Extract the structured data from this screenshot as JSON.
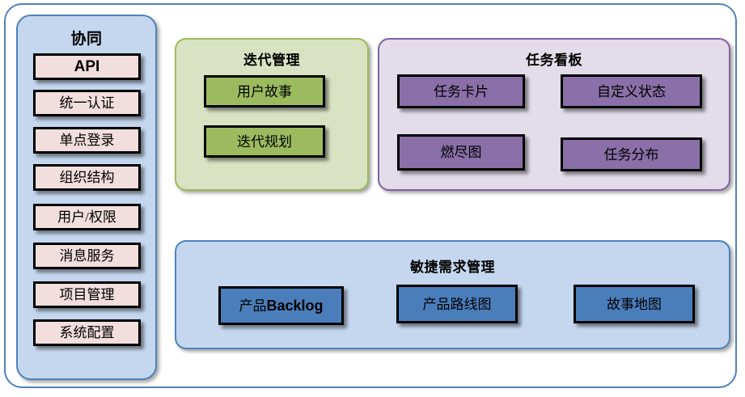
{
  "diagram": {
    "title_semantic": "agile-platform-architecture",
    "colors": {
      "frame_border": "#4f81bd",
      "panel_collab_bg": "#c4d7ee",
      "panel_iteration_bg": "#d9e3c3",
      "panel_iteration_border": "#9bbb59",
      "panel_taskboard_bg": "#e3dce9",
      "panel_taskboard_border": "#8064a2",
      "panel_agile_bg": "#c4d7ee",
      "panel_agile_border": "#4f81bd",
      "node_pink": "#f1dedd",
      "node_green": "#9cbb5f",
      "node_purple": "#8a6fa8",
      "node_blue": "#4a7ebb",
      "node_border": "#000000"
    }
  },
  "collaboration": {
    "title": "协同",
    "items": [
      {
        "label": "API",
        "style": "bold-sans"
      },
      {
        "label": "统一认证",
        "style": "serif"
      },
      {
        "label": "单点登录",
        "style": "serif"
      },
      {
        "label": "组织结构",
        "style": "serif"
      },
      {
        "label": "用户/权限",
        "style": "serif"
      },
      {
        "label": "消息服务",
        "style": "serif"
      },
      {
        "label": "项目管理",
        "style": "serif"
      },
      {
        "label": "系统配置",
        "style": "serif"
      }
    ]
  },
  "iteration": {
    "title": "迭代管理",
    "items": [
      {
        "label": "用户故事"
      },
      {
        "label": "迭代规划"
      }
    ]
  },
  "taskboard": {
    "title": "任务看板",
    "items": [
      {
        "label": "任务卡片"
      },
      {
        "label": "自定义状态"
      },
      {
        "label": "燃尽图"
      },
      {
        "label": "任务分布"
      }
    ]
  },
  "agile": {
    "title": "敏捷需求管理",
    "items": [
      {
        "label_prefix": "产品",
        "label_bold": "Backlog",
        "label": "产品Backlog"
      },
      {
        "label": "产品路线图"
      },
      {
        "label": "故事地图"
      }
    ]
  }
}
